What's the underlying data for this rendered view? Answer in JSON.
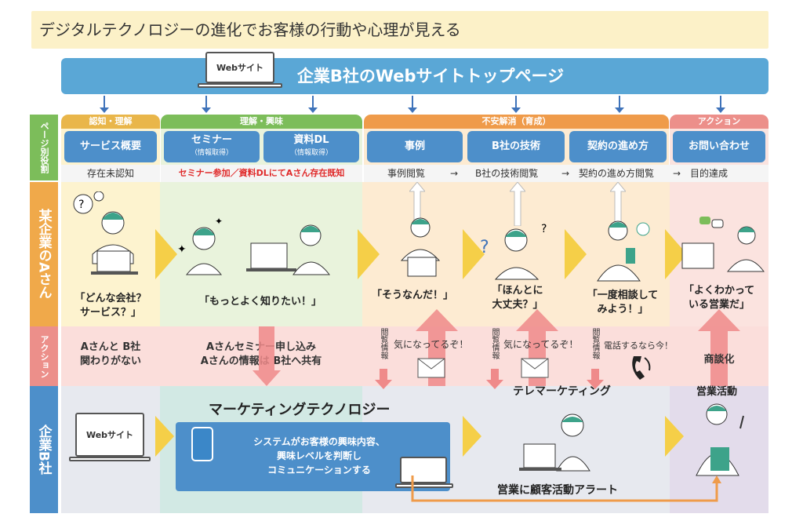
{
  "title": "デジタルテクノロジーの進化でお客様の行動や心理が見える",
  "website_top": {
    "label": "企業B社のWebサイトトップページ",
    "laptop_label": "Webサイト"
  },
  "side_labels": {
    "page_role": "ページ別役割",
    "customer": "某企業のAさん",
    "action": "アクション",
    "company": "企業B社"
  },
  "phases": [
    "認知・理解",
    "理解・興味",
    "不安解消（育成）",
    "アクション"
  ],
  "pages": [
    {
      "label": "サービス概要",
      "sub": ""
    },
    {
      "label": "セミナー",
      "sub": "（情報取得）"
    },
    {
      "label": "資料DL",
      "sub": "（情報取得）"
    },
    {
      "label": "事例",
      "sub": ""
    },
    {
      "label": "B社の技術",
      "sub": ""
    },
    {
      "label": "契約の進め方",
      "sub": ""
    },
    {
      "label": "お問い合わせ",
      "sub": ""
    }
  ],
  "status": {
    "s1": "存在未認知",
    "s2": "セミナー参加／資料DLにてAさん存在既知",
    "s3": "事例閲覧",
    "arrow": "→",
    "s4": "B社の技術閲覧",
    "s5": "契約の進め方閲覧",
    "s6": "目的達成"
  },
  "speech": {
    "q1": "「どんな会社？\nサービス？」",
    "q2": "「もっとよく知りたい！」",
    "q3": "「そうなんだ！」",
    "q4": "「ほんとに\n大丈夫？」",
    "q5": "「一度相談して\nみよう！」",
    "q6": "「よくわかって\nいる営業だ」"
  },
  "actions": {
    "a1": "Aさんと B社\n関わりがない",
    "a2": "Aさんセミナー申し込み\nAさんの情報は B社へ共有",
    "browse": "閲覧情報",
    "interest": "気になってるぞ！",
    "phone": "電話するなら今！",
    "negotiation": "商談化"
  },
  "company": {
    "website_label": "Webサイト",
    "martech_title": "マーケティングテクノロジー",
    "martech_desc": "システムがお客様の興味内容、\n興味レベルを判断し\nコミュニケーションする",
    "telemarketing": "テレマーケティング",
    "sales_activity": "営業活動",
    "alert": "営業に顧客活動アラート"
  },
  "colors": {
    "blue": "#5aa7d6",
    "dark_blue": "#4d8fca",
    "green": "#7cbd5a",
    "orange": "#ef9b4a",
    "pink": "#ec8f8a",
    "yellow": "#f5cf48",
    "red_arrow": "#ef8a8a"
  }
}
